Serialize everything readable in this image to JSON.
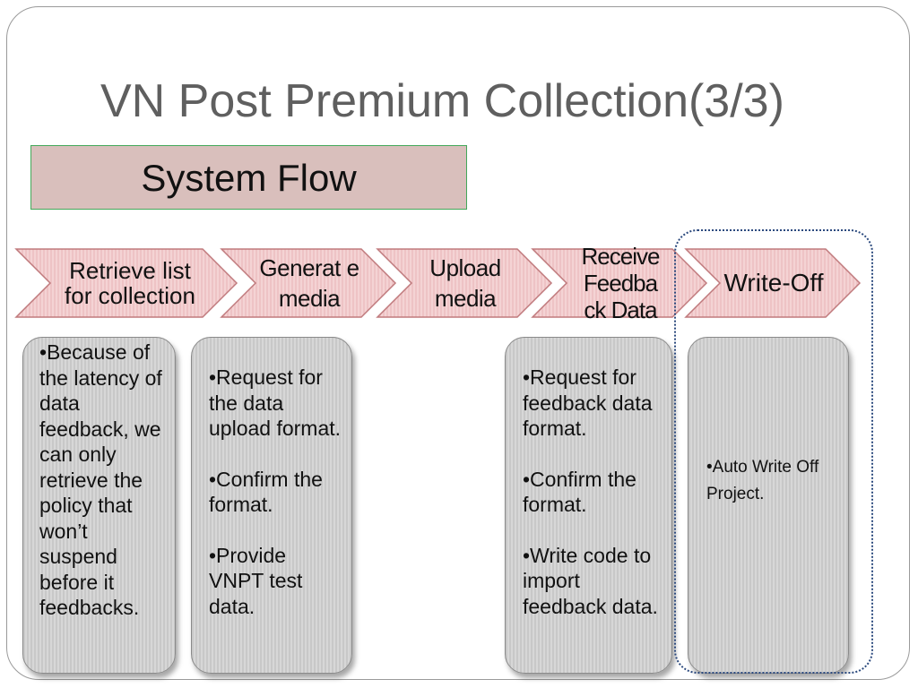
{
  "slide": {
    "title": "VN Post Premium Collection(3/3)",
    "section_label": "System Flow"
  },
  "flow_steps": [
    {
      "label": "Retrieve list for collection"
    },
    {
      "label": "Generat e media"
    },
    {
      "label": "Upload media"
    },
    {
      "label": "Receive Feedba ck Data"
    },
    {
      "label": "Write-Off"
    }
  ],
  "notes": {
    "retrieve": [
      "•Because of the latency of data feedback, we can only retrieve the policy that won’t suspend before it feedbacks."
    ],
    "generate": [
      "•Request for the data upload format.",
      "•Confirm the format.",
      "•Provide VNPT test data."
    ],
    "receive": [
      "•Request for feedback data format.",
      "•Confirm the format.",
      "•Write code to import feedback data."
    ],
    "writeoff": [
      "•Auto Write Off Project."
    ]
  },
  "colors": {
    "chevron_fill": "#f2cfd0",
    "chevron_stroke": "#c07a7d",
    "card_fill": "#d0d0d0",
    "section_fill": "#d9bfbc",
    "section_border": "#43a85a",
    "focus_outline": "#2c4a7e"
  }
}
